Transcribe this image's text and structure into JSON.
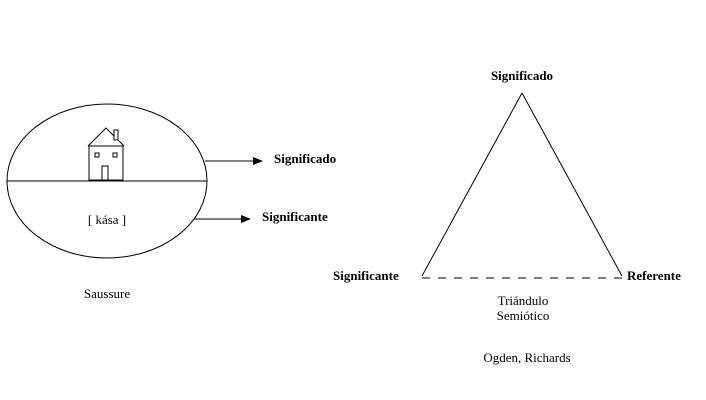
{
  "saussure": {
    "signified_label": "Significado",
    "signifier_label": "Significante",
    "phonetic_text": "[ kása ]",
    "author_caption": "Saussure",
    "image_icon": "house-icon"
  },
  "triangle": {
    "top_label": "Significado",
    "left_label": "Significante",
    "right_label": "Referente",
    "title_line1": "Triándulo",
    "title_line2": "Semiótico",
    "authors": "Ogden, Richards"
  }
}
